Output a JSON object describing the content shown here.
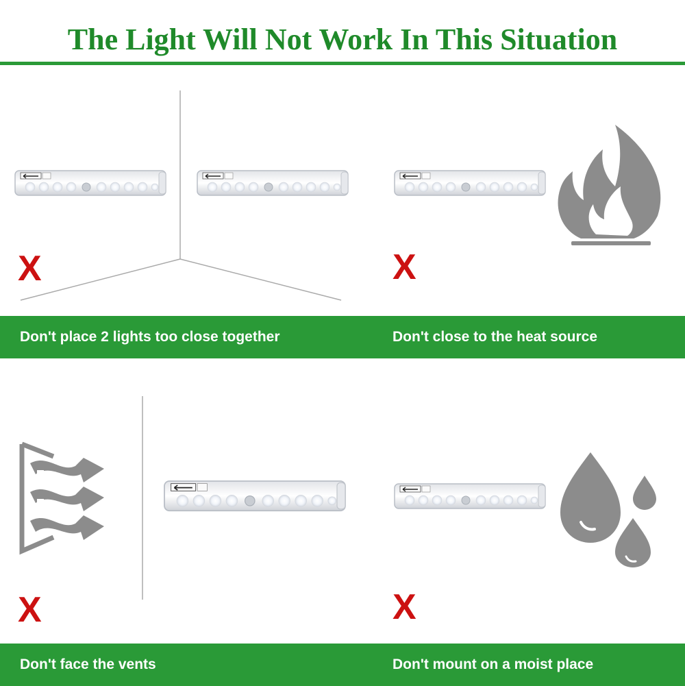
{
  "header": {
    "title": "The Light Will Not Work In This Situation"
  },
  "colors": {
    "green": "#2a9a37",
    "red": "#cc1111",
    "gray": "#8c8c8c"
  },
  "panels": [
    {
      "caption": "Don't place 2 lights too close together",
      "mark": "X",
      "icon": "corner-wall-icon"
    },
    {
      "caption": "Don't close to the heat source",
      "mark": "X",
      "icon": "flame-icon"
    },
    {
      "caption": "Don't face the vents",
      "mark": "X",
      "icon": "vent-airflow-icon"
    },
    {
      "caption": "Don't mount on a moist place",
      "mark": "X",
      "icon": "water-drops-icon"
    }
  ]
}
